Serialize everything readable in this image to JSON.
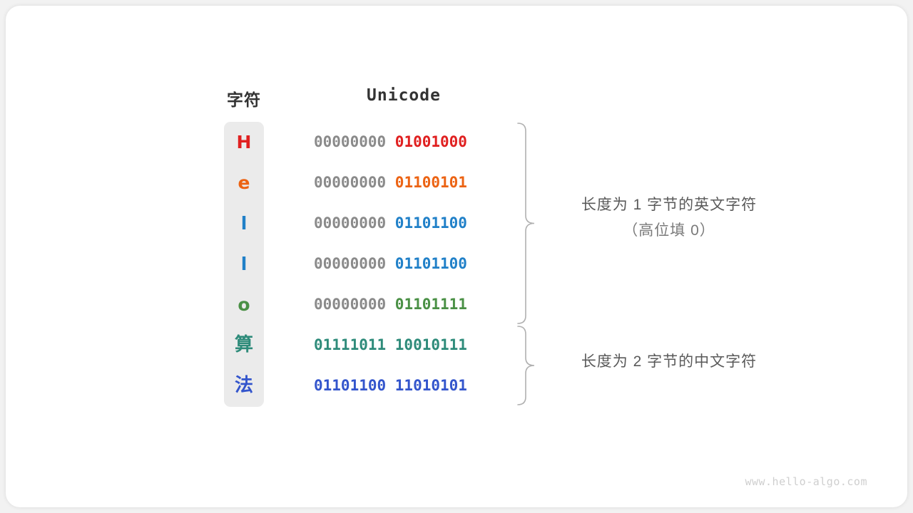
{
  "page": {
    "background_color": "#f2f2f2",
    "card_color": "#ffffff"
  },
  "table": {
    "header_char": "字符",
    "header_unicode": "Unicode",
    "column_background": "#ebebeb",
    "pad_color": "#8a8a8a",
    "rows": [
      {
        "char": "H",
        "char_color": "#e02020",
        "pad": "00000000",
        "value": "01001000",
        "value_color": "#e02020",
        "script": "latin"
      },
      {
        "char": "e",
        "char_color": "#ec6313",
        "pad": "00000000",
        "value": "01100101",
        "value_color": "#ec6313",
        "script": "latin"
      },
      {
        "char": "l",
        "char_color": "#2080c8",
        "pad": "00000000",
        "value": "01101100",
        "value_color": "#2080c8",
        "script": "latin"
      },
      {
        "char": "l",
        "char_color": "#2080c8",
        "pad": "00000000",
        "value": "01101100",
        "value_color": "#2080c8",
        "script": "latin"
      },
      {
        "char": "o",
        "char_color": "#4a9045",
        "pad": "00000000",
        "value": "01101111",
        "value_color": "#4a9045",
        "script": "latin"
      },
      {
        "char": "算",
        "char_color": "#2e8b7a",
        "pad": "",
        "value": "01111011 10010111",
        "value_color": "#2e8b7a",
        "script": "cjk"
      },
      {
        "char": "法",
        "char_color": "#3355cc",
        "pad": "",
        "value": "01101100 11010101",
        "value_color": "#3355cc",
        "script": "cjk"
      }
    ]
  },
  "annotations": [
    {
      "id": "annot-1",
      "line1": "长度为 1 字节的英文字符",
      "line2": "（高位填 0）",
      "brace_rows": [
        0,
        4
      ]
    },
    {
      "id": "annot-2",
      "line1": "长度为 2 字节的中文字符",
      "line2": "",
      "brace_rows": [
        5,
        6
      ]
    }
  ],
  "brace_color": "#b0b0b0",
  "watermark": "www.hello-algo.com"
}
